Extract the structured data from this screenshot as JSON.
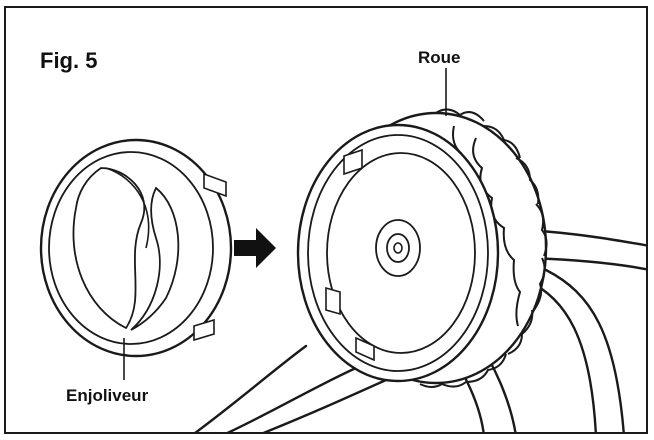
{
  "figure": {
    "title": "Fig. 5"
  },
  "labels": {
    "wheel": "Roue",
    "hubcap": "Enjoliveur"
  },
  "colors": {
    "line": "#1a1a1a",
    "arrow": "#111111",
    "background": "#ffffff"
  },
  "icons": {
    "arrow": "arrow-right-icon"
  }
}
